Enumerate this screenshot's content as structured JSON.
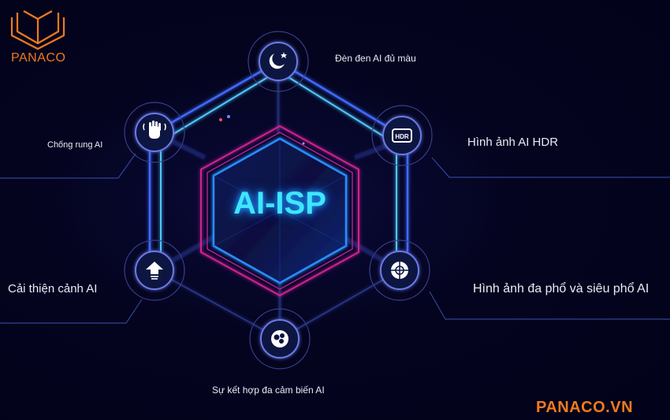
{
  "brand": {
    "logo_text": "PANACO",
    "website": "PANACO.VN",
    "accent_color": "#f07a1d"
  },
  "center": {
    "title": "AI-ISP",
    "title_color": "#3ee6ff",
    "frame_colors": [
      "#d0248f",
      "#2a8dff"
    ]
  },
  "features": [
    {
      "id": "moon",
      "icon": "moon-star-icon",
      "label": "Đèn đen AI đủ màu"
    },
    {
      "id": "hand",
      "icon": "hand-wave-icon",
      "label": "Chống rung AI"
    },
    {
      "id": "hdr",
      "icon": "hdr-icon",
      "label": "Hình ảnh AI HDR"
    },
    {
      "id": "bulb",
      "icon": "arrow-bulb-icon",
      "label": "Cải thiện cảnh AI"
    },
    {
      "id": "target",
      "icon": "crosshair-icon",
      "label": "Hình ảnh đa phổ và siêu phổ AI"
    },
    {
      "id": "sensor",
      "icon": "multi-sensor-icon",
      "label": "Sự kết hợp đa cảm biến AI"
    }
  ],
  "colors": {
    "background": "#03031c",
    "line_blue": "#3f6bff",
    "line_cyan": "#4fc8ff",
    "ring_purple": "#7a6bd8",
    "text": "#e8ecf6"
  }
}
